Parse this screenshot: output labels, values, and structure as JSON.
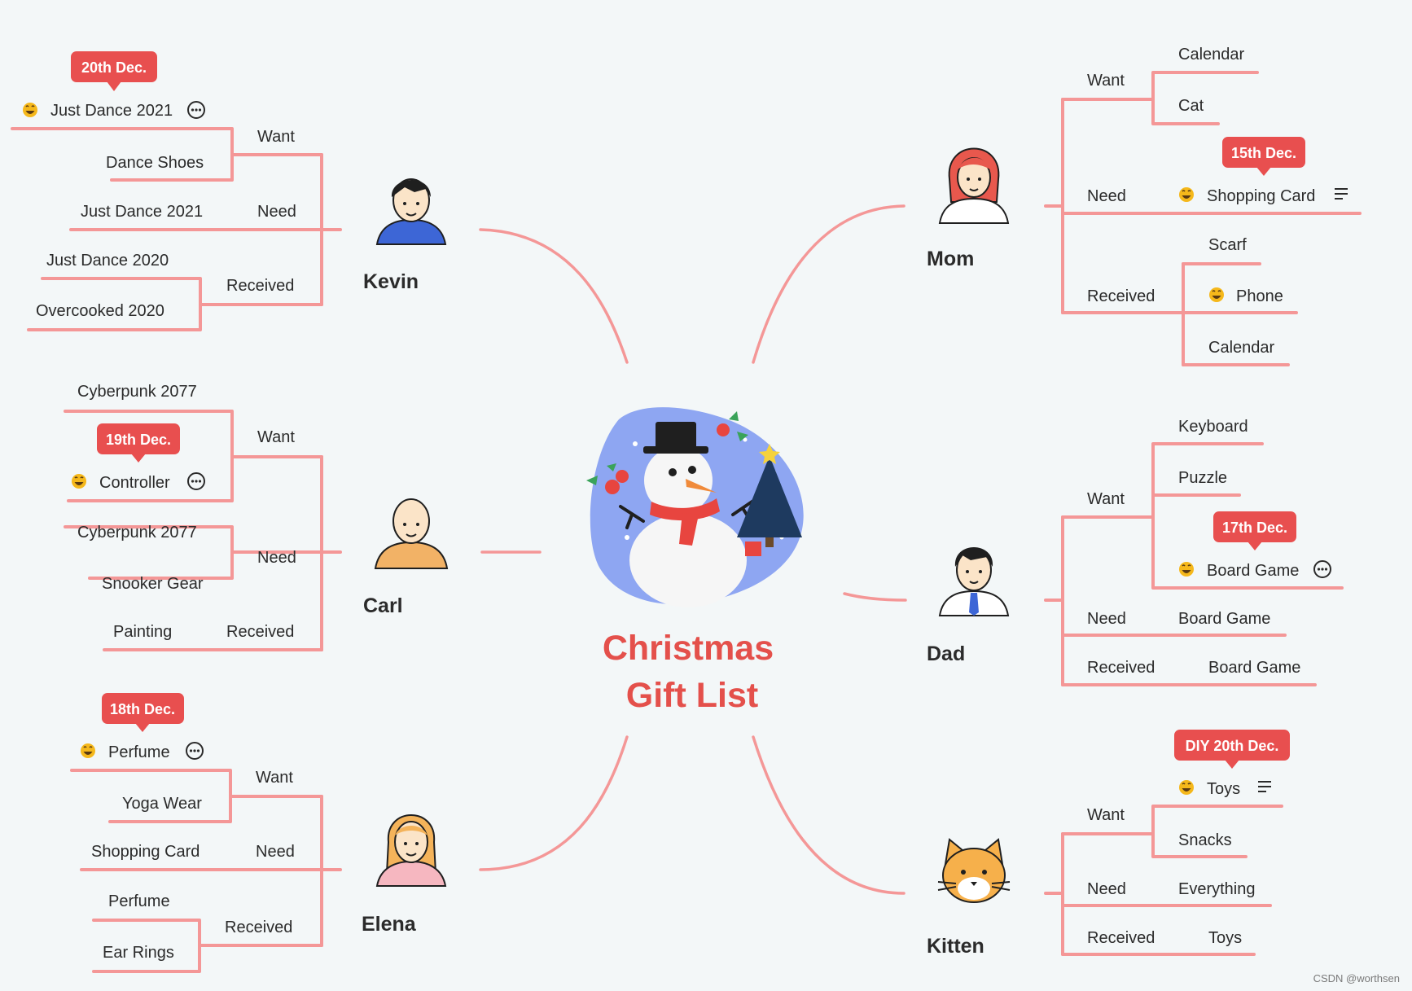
{
  "title": {
    "line1": "Christmas",
    "line2": "Gift List"
  },
  "watermark": "CSDN @worthsen",
  "colors": {
    "line": "#f49797",
    "badge": "#e84f4f",
    "title": "#e4504b",
    "background": "#f3f7f8"
  },
  "icons": {
    "emoji": "laughing-emoji-icon",
    "more": "more-options-icon",
    "note": "note-lines-icon"
  },
  "people": {
    "kevin": {
      "name": "Kevin",
      "want": {
        "label": "Want",
        "items": [
          "Just Dance 2021",
          "Dance Shoes"
        ],
        "badge": "20th Dec."
      },
      "need": {
        "label": "Need",
        "items": [
          "Just Dance 2021"
        ]
      },
      "received": {
        "label": "Received",
        "items": [
          "Just Dance 2020",
          "Overcooked 2020"
        ]
      }
    },
    "carl": {
      "name": "Carl",
      "want": {
        "label": "Want",
        "items": [
          "Cyberpunk 2077",
          "Controller"
        ],
        "badge": "19th Dec."
      },
      "need": {
        "label": "Need",
        "items": [
          "Cyberpunk 2077",
          "Snooker Gear"
        ]
      },
      "received": {
        "label": "Received",
        "items": [
          "Painting"
        ]
      }
    },
    "elena": {
      "name": "Elena",
      "want": {
        "label": "Want",
        "items": [
          "Perfume",
          "Yoga Wear"
        ],
        "badge": "18th Dec."
      },
      "need": {
        "label": "Need",
        "items": [
          "Shopping Card"
        ]
      },
      "received": {
        "label": "Received",
        "items": [
          "Perfume",
          "Ear Rings"
        ]
      }
    },
    "mom": {
      "name": "Mom",
      "want": {
        "label": "Want",
        "items": [
          "Calendar",
          "Cat"
        ]
      },
      "need": {
        "label": "Need",
        "items": [
          "Shopping Card"
        ],
        "badge": "15th Dec."
      },
      "received": {
        "label": "Received",
        "items": [
          "Scarf",
          "Phone",
          "Calendar"
        ]
      }
    },
    "dad": {
      "name": "Dad",
      "want": {
        "label": "Want",
        "items": [
          "Keyboard",
          "Puzzle",
          "Board Game"
        ],
        "badge": "17th Dec."
      },
      "need": {
        "label": "Need",
        "items": [
          "Board Game"
        ]
      },
      "received": {
        "label": "Received",
        "items": [
          "Board Game"
        ]
      }
    },
    "kitten": {
      "name": "Kitten",
      "want": {
        "label": "Want",
        "items": [
          "Toys",
          "Snacks"
        ],
        "badge": "DIY 20th Dec."
      },
      "need": {
        "label": "Need",
        "items": [
          "Everything"
        ]
      },
      "received": {
        "label": "Received",
        "items": [
          "Toys"
        ]
      }
    }
  }
}
